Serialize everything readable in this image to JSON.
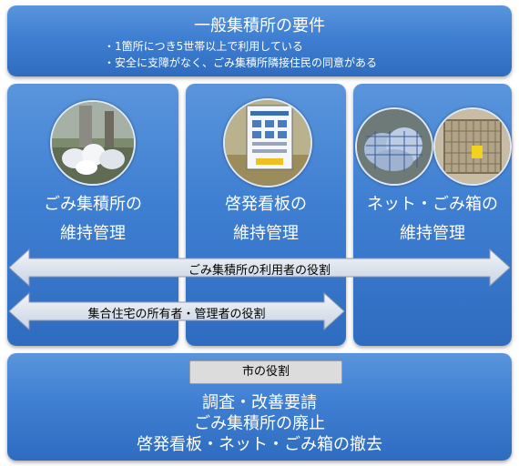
{
  "requirements": {
    "title": "一般集積所の要件",
    "items": [
      "・1箇所につき5世帯以上で利用している",
      "・安全に支障がなく、ごみ集積所隣接住民の同意がある"
    ]
  },
  "columns": [
    {
      "line1": "ごみ集積所の",
      "line2": "維持管理"
    },
    {
      "line1": "啓発看板の",
      "line2": "維持管理"
    },
    {
      "line1": "ネット・ごみ箱の",
      "line2": "維持管理"
    }
  ],
  "arrows": {
    "users": "ごみ集積所の利用者の役割",
    "owners": "集合住宅の所有者・管理者の役割"
  },
  "city": {
    "title": "市の役割",
    "items": [
      "調査・改善要請",
      "ごみ集積所の廃止",
      "啓発看板・ネット・ごみ箱の撤去"
    ]
  },
  "colors": {
    "panel": "#3f7fd2",
    "arrow": "#dce3ee"
  },
  "icons": [
    "garbage-bags-photo",
    "notice-board-photo",
    "net-covered-bags-photo",
    "garbage-cage-photo"
  ]
}
